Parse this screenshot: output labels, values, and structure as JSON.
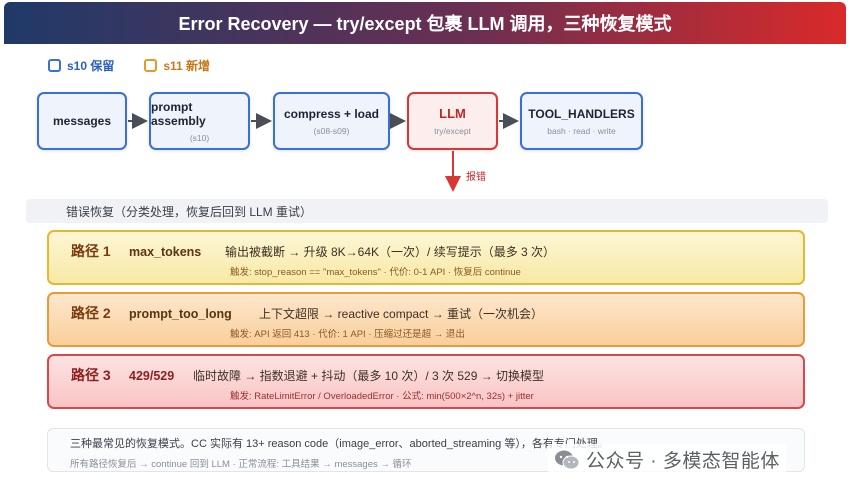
{
  "header": {
    "title": "Error Recovery — try/except 包裹 LLM 调用，三种恢复模式"
  },
  "legend": {
    "old": {
      "label": "s10 保留",
      "color": "#3b6fd8"
    },
    "new": {
      "label": "s11 新增",
      "color": "#e49a2a"
    }
  },
  "pipeline": {
    "nodes": [
      {
        "title": "messages",
        "sub": ""
      },
      {
        "title": "prompt assembly",
        "sub": "(s10)"
      },
      {
        "title": "compress + load",
        "sub": "(s08-s09)"
      },
      {
        "title": "LLM",
        "sub": "try/except"
      },
      {
        "title": "TOOL_HANDLERS",
        "sub": "bash · read · write"
      }
    ],
    "error_label": "报错"
  },
  "section": {
    "title": "错误恢复（分类处理，恢复后回到 LLM 重试）"
  },
  "paths": [
    {
      "label": "路径 1",
      "name": "max_tokens",
      "desc": "输出被截断 → 升级 8K→64K（一次）/ 续写提示（最多 3 次）",
      "detail": "触发: stop_reason == \"max_tokens\" · 代价: 0-1 API · 恢复后 continue"
    },
    {
      "label": "路径 2",
      "name": "prompt_too_long",
      "desc": "上下文超限 → reactive compact → 重试（一次机会）",
      "detail": "触发: API 返回 413 · 代价: 1 API · 压缩过还是超 → 退出"
    },
    {
      "label": "路径 3",
      "name": "429/529",
      "desc": "临时故障 → 指数退避 + 抖动（最多 10 次）/ 3 次 529 → 切换模型",
      "detail": "触发: RateLimitError / OverloadedError · 公式: min(500×2^n, 32s) + jitter"
    }
  ],
  "note": {
    "line1": "三种最常见的恢复模式。CC 实际有 13+ reason code（image_error、aborted_streaming 等），各有专门处理。",
    "line2": "所有路径恢复后 → continue 回到 LLM · 正常流程: 工具结果 → messages → 循环"
  },
  "watermark": {
    "text": "公众号 · 多模态智能体",
    "icon": "wechat-icon"
  }
}
